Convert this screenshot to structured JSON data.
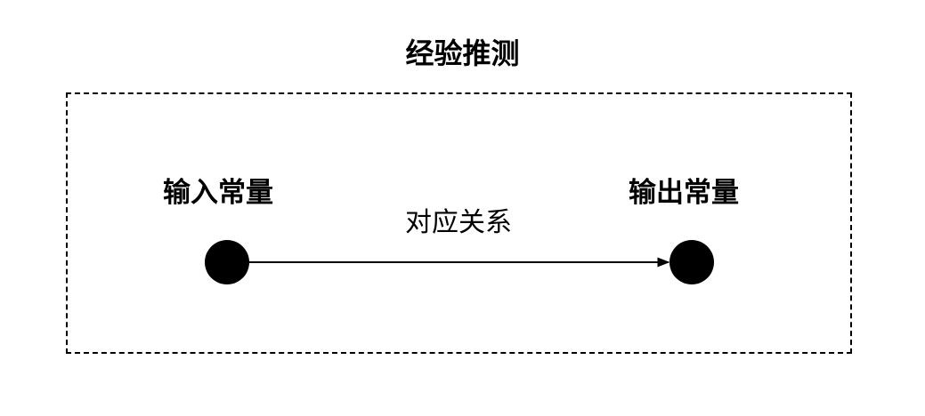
{
  "title": "经验推测",
  "nodes": {
    "input": {
      "label": "输入常量"
    },
    "output": {
      "label": "输出常量"
    }
  },
  "edge": {
    "label": "对应关系"
  },
  "colors": {
    "stroke": "#000000",
    "node_fill": "#000000",
    "background": "#ffffff"
  }
}
